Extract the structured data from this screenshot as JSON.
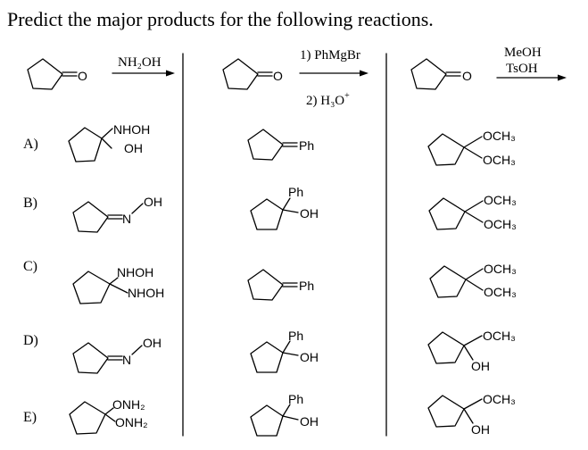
{
  "question": "Predict the major products for the following reactions.",
  "reactions": [
    {
      "reagent_top": "NH₂OH",
      "reagent_bottom": "",
      "carbonyl": "O"
    },
    {
      "reagent_top": "1) PhMgBr",
      "reagent_bottom_text": "2) H₃O",
      "reagent_bottom_sup": "+",
      "carbonyl": "O"
    },
    {
      "reagent_top": "MeOH",
      "reagent_bottom": "TsOH",
      "carbonyl": "O"
    }
  ],
  "choices": [
    {
      "letter": "A)",
      "p1": {
        "a": "NHOH",
        "b": "OH"
      },
      "p2": {
        "a": "Ph"
      },
      "p3": {
        "a": "OCH₃",
        "b": "OCH₃"
      }
    },
    {
      "letter": "B)",
      "p1": {
        "a": "OH",
        "b": "N"
      },
      "p2": {
        "a": "Ph",
        "b": "OH"
      },
      "p3": {
        "a": "OCH₃",
        "b": "OCH₃"
      }
    },
    {
      "letter": "C)",
      "p1": {
        "a": "NHOH",
        "b": "NHOH"
      },
      "p2": {
        "a": "Ph"
      },
      "p3": {
        "a": "OCH₃",
        "b": "OCH₃"
      }
    },
    {
      "letter": "D)",
      "p1": {
        "a": "OH",
        "b": "N"
      },
      "p2": {
        "a": "Ph",
        "b": "OH"
      },
      "p3": {
        "a": "OCH₃",
        "b": "OH"
      }
    },
    {
      "letter": "E)",
      "p1": {
        "a": "ONH₂",
        "b": "ONH₂"
      },
      "p2": {
        "a": "Ph",
        "b": "OH"
      },
      "p3": {
        "a": "OCH₃",
        "b": "OH"
      }
    }
  ]
}
